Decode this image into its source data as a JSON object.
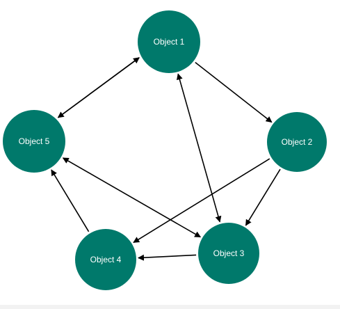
{
  "colors": {
    "node_fill": "#00796B",
    "node_text": "#ffffff",
    "edge": "#000000"
  },
  "nodes": [
    {
      "id": "n1",
      "label": "Object 1"
    },
    {
      "id": "n2",
      "label": "Object 2"
    },
    {
      "id": "n3",
      "label": "Object 3"
    },
    {
      "id": "n4",
      "label": "Object 4"
    },
    {
      "id": "n5",
      "label": "Object 5"
    }
  ],
  "edges": [
    {
      "from": "n1",
      "to": "n2",
      "bidirectional": false
    },
    {
      "from": "n2",
      "to": "n3",
      "bidirectional": false
    },
    {
      "from": "n3",
      "to": "n4",
      "bidirectional": false
    },
    {
      "from": "n4",
      "to": "n5",
      "bidirectional": false
    },
    {
      "from": "n5",
      "to": "n1",
      "bidirectional": false
    },
    {
      "from": "n1",
      "to": "n5",
      "bidirectional": false
    },
    {
      "from": "n1",
      "to": "n3",
      "bidirectional": true
    },
    {
      "from": "n5",
      "to": "n3",
      "bidirectional": true
    },
    {
      "from": "n2",
      "to": "n4",
      "bidirectional": false
    }
  ]
}
